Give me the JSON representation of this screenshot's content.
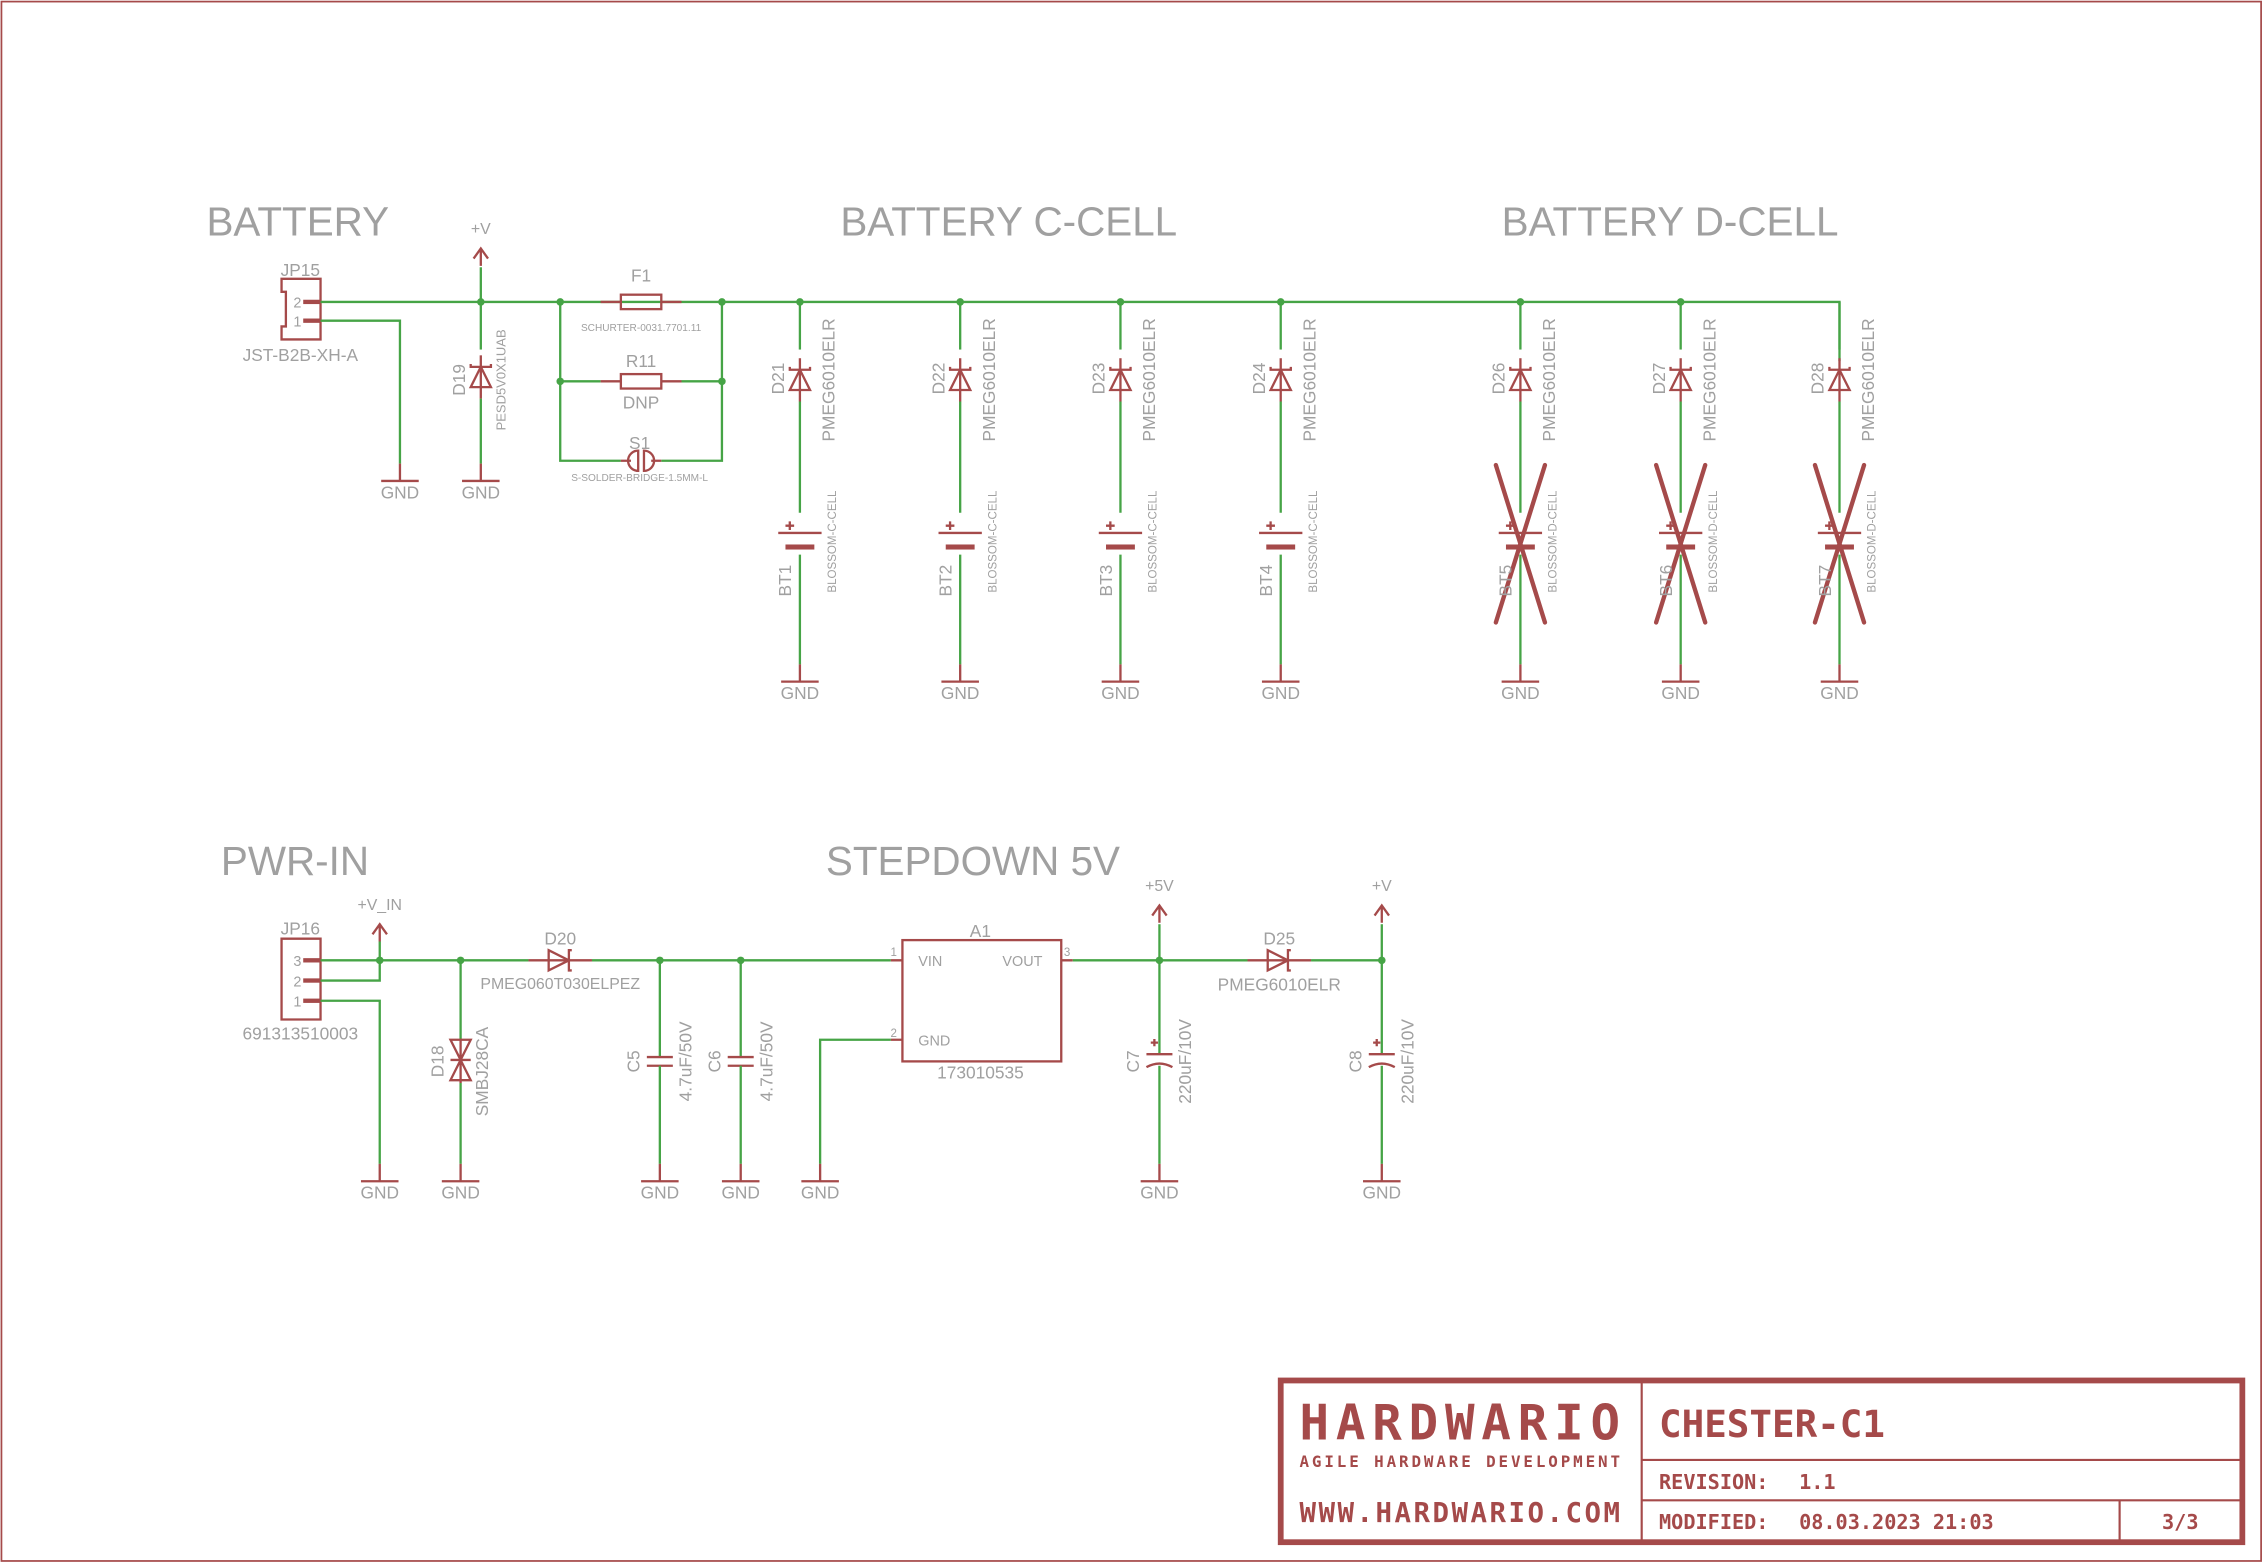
{
  "sections": {
    "battery": "BATTERY",
    "c_cell": "BATTERY C-CELL",
    "d_cell": "BATTERY D-CELL",
    "pwr_in": "PWR-IN",
    "stepdown": "STEPDOWN 5V"
  },
  "battery": {
    "jp15": {
      "name": "JP15",
      "value": "JST-B2B-XH-A",
      "pins": [
        "2",
        "1"
      ]
    },
    "vplus": "+V",
    "d19": {
      "name": "D19",
      "value": "PESD5V0X1UAB"
    },
    "f1": {
      "name": "F1",
      "value": "SCHURTER-0031.7701.11"
    },
    "r11": {
      "name": "R11",
      "value": "DNP"
    },
    "s1": {
      "name": "S1",
      "value": "S-SOLDER-BRIDGE-1.5MM-L"
    },
    "gnd": "GND"
  },
  "c_cells": [
    {
      "diode": "D21",
      "diode_value": "PMEG6010ELR",
      "bat": "BT1",
      "bat_value": "BLOSSOM-C-CELL"
    },
    {
      "diode": "D22",
      "diode_value": "PMEG6010ELR",
      "bat": "BT2",
      "bat_value": "BLOSSOM-C-CELL"
    },
    {
      "diode": "D23",
      "diode_value": "PMEG6010ELR",
      "bat": "BT3",
      "bat_value": "BLOSSOM-C-CELL"
    },
    {
      "diode": "D24",
      "diode_value": "PMEG6010ELR",
      "bat": "BT4",
      "bat_value": "BLOSSOM-C-CELL"
    }
  ],
  "d_cells": [
    {
      "diode": "D26",
      "diode_value": "PMEG6010ELR",
      "bat": "BT5",
      "bat_value": "BLOSSOM-D-CELL"
    },
    {
      "diode": "D27",
      "diode_value": "PMEG6010ELR",
      "bat": "BT6",
      "bat_value": "BLOSSOM-D-CELL"
    },
    {
      "diode": "D28",
      "diode_value": "PMEG6010ELR",
      "bat": "BT7",
      "bat_value": "BLOSSOM-D-CELL"
    }
  ],
  "pwr": {
    "jp16": {
      "name": "JP16",
      "value": "691313510003",
      "pins": [
        "3",
        "2",
        "1"
      ]
    },
    "vin": "+V_IN",
    "d18": {
      "name": "D18",
      "value": "SMBJ28CA"
    },
    "d20": {
      "name": "D20",
      "value": "PMEG060T030ELPEZ"
    },
    "c5": {
      "name": "C5",
      "value": "4.7uF/50V"
    },
    "c6": {
      "name": "C6",
      "value": "4.7uF/50V"
    },
    "a1": {
      "name": "A1",
      "value": "173010535",
      "vin": "VIN",
      "vout": "VOUT",
      "gnd": "GND",
      "pin1": "1",
      "pin2": "2",
      "pin3": "3"
    },
    "v5": "+5V",
    "d25": {
      "name": "D25",
      "value": "PMEG6010ELR"
    },
    "c7": {
      "name": "C7",
      "value": "220uF/10V"
    },
    "c8": {
      "name": "C8",
      "value": "220uF/10V"
    },
    "vplus": "+V"
  },
  "title_block": {
    "logo": "HARDWARIO",
    "tagline": "AGILE HARDWARE DEVELOPMENT",
    "url": "WWW.HARDWARIO.COM",
    "project": "CHESTER-C1",
    "revision_label": "REVISION:",
    "revision": "1.1",
    "modified_label": "MODIFIED:",
    "modified": "08.03.2023 21:03",
    "sheet": "3/3"
  },
  "colors": {
    "wire": "#46a446",
    "part": "#a54a4a",
    "text": "#a0a0a0"
  }
}
